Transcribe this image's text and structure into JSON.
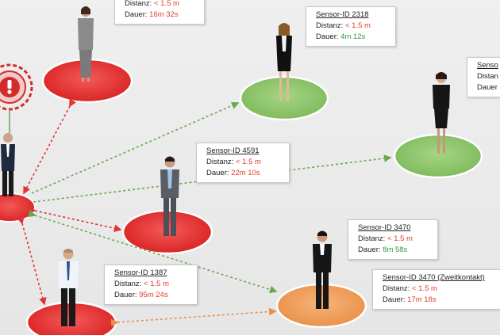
{
  "colors": {
    "red_zone": "#e23232",
    "green_zone": "#8fc66a",
    "orange_zone": "#f0a05a",
    "red_value": "#e03b2c",
    "green_value": "#2f9a3c",
    "virus": "#d42a2a"
  },
  "labels": {
    "distance": "Distanz:",
    "duration": "Dauer:"
  },
  "callouts": [
    {
      "id": "top-left",
      "sensor": "",
      "distance": "< 1.5 m",
      "duration": "16m 32s",
      "duration_status": "red"
    },
    {
      "id": "top-center",
      "sensor": "Sensor-ID 2318",
      "distance": "< 1.5 m",
      "duration": "4m 12s",
      "duration_status": "green"
    },
    {
      "id": "top-right",
      "sensor": "Senso",
      "distance": "Distan",
      "duration": "Dauer"
    },
    {
      "id": "middle",
      "sensor": "Sensor-ID 4591",
      "distance": "< 1.5 m",
      "duration": "22m 10s",
      "duration_status": "red"
    },
    {
      "id": "right-middle",
      "sensor": "Sensor-ID 3470",
      "distance": "< 1.5 m",
      "duration": "8m 58s",
      "duration_status": "green"
    },
    {
      "id": "bottom-left",
      "sensor": "Sensor-ID 1387",
      "distance": "< 1.5 m",
      "duration": "95m 24s",
      "duration_status": "red"
    },
    {
      "id": "bottom-right",
      "sensor": "Sensor-ID 3470 (Zweitkontakt)",
      "distance": "< 1.5 m",
      "duration": "17m 18s",
      "duration_status": "red"
    }
  ]
}
